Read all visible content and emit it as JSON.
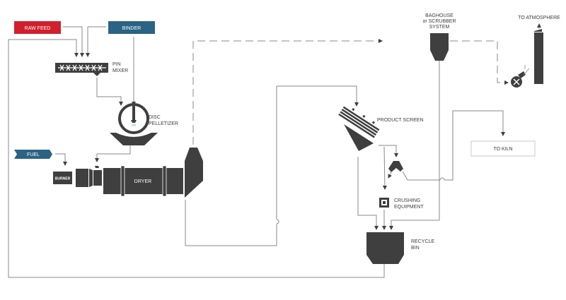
{
  "inputs": {
    "raw_feed": {
      "label": "RAW FEED",
      "color": "#d0202e"
    },
    "binder": {
      "label": "BINDER",
      "color": "#2a6384"
    },
    "fuel": {
      "label": "FUEL",
      "color": "#2a6384"
    }
  },
  "equipment": {
    "pin_mixer": [
      "PIN",
      "MIXER"
    ],
    "disc_pelletizer": [
      "DISC",
      "PELLETIZER"
    ],
    "burner": "BURNER",
    "dryer": "DRYER",
    "baghouse": [
      "BAGHOUSE",
      "or SCRUBBER",
      "SYSTEM"
    ],
    "to_atmosphere": "TO ATMOSPHERE",
    "product_screen": "PRODUCT SCREEN",
    "to_kiln": "TO KILN",
    "crushing_equipment": [
      "CRUSHING",
      "EQUIPMENT"
    ],
    "recycle_bin": [
      "RECYCLE",
      "BIN"
    ]
  },
  "colors": {
    "equipment": "#3f3f3f",
    "line": "#8a8a8a"
  }
}
